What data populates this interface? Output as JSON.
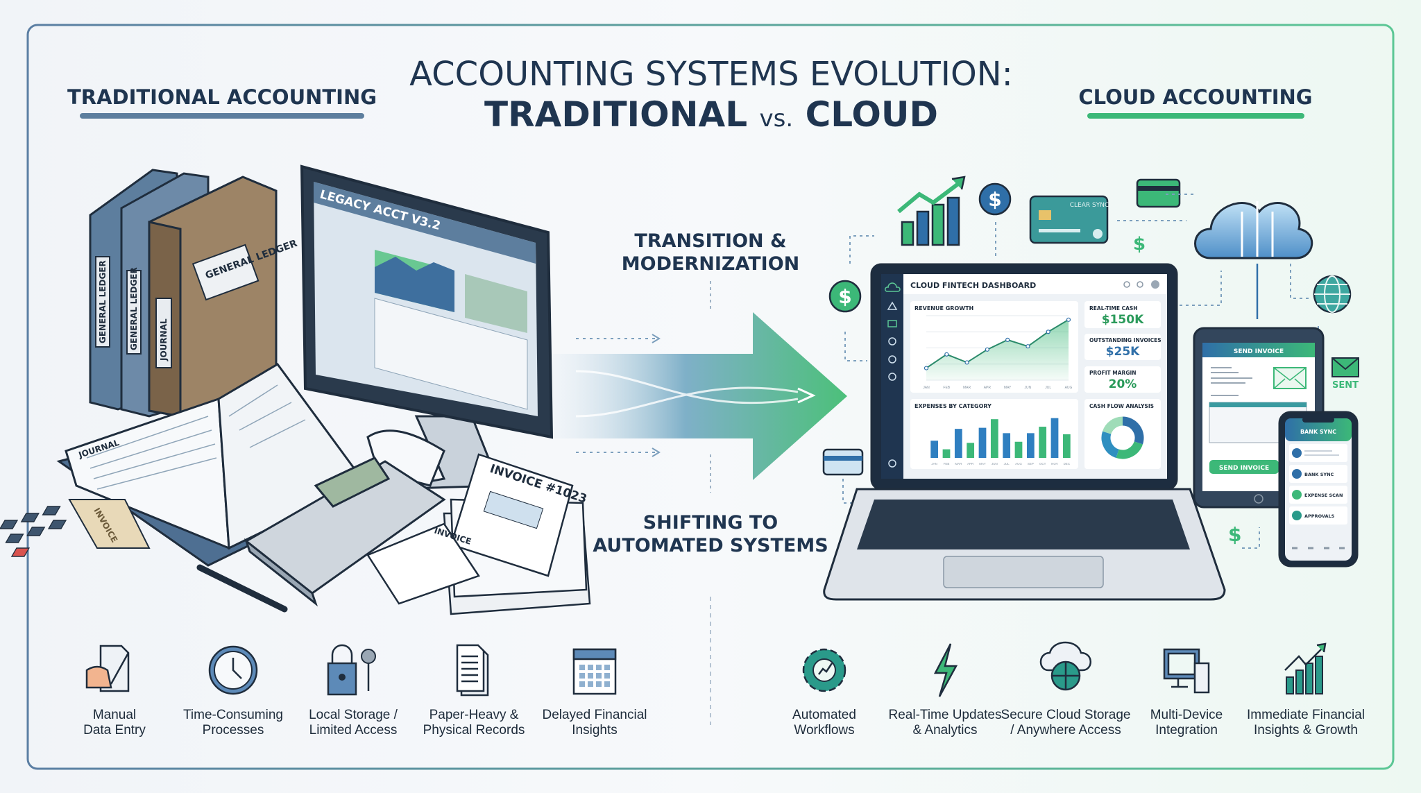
{
  "title": {
    "line1": "ACCOUNTING SYSTEMS EVOLUTION:",
    "left_word": "TRADITIONAL",
    "vs": "vs.",
    "right_word": "CLOUD"
  },
  "headers": {
    "left": "TRADITIONAL ACCOUNTING",
    "right": "CLOUD ACCOUNTING"
  },
  "middle": {
    "top_line1": "TRANSITION &",
    "top_line2": "MODERNIZATION",
    "bottom_line1": "SHIFTING TO",
    "bottom_line2": "AUTOMATED SYSTEMS"
  },
  "traditional_illustration": {
    "books": [
      "GENERAL LEDGER",
      "GENERAL LEDGER",
      "JOURNAL"
    ],
    "front_book": "GENERAL LEDGER",
    "monitor_title": "LEGACY ACCT V3.2",
    "journal_label": "JOURNAL",
    "invoice_tab": "INVOICE",
    "invoice_main": "INVOICE #1023",
    "invoice_receipt": "INVOICE"
  },
  "dashboard": {
    "title": "CLOUD FINTECH DASHBOARD",
    "revenue_title": "REVENUE GROWTH",
    "revenue_months": [
      "JAN",
      "FEB",
      "MAR",
      "APR",
      "MAY",
      "JUN",
      "JUL",
      "AUG"
    ],
    "revenue_values": [
      15,
      32,
      22,
      38,
      50,
      42,
      60,
      75
    ],
    "kpis": [
      {
        "label": "REAL-TIME CASH",
        "value": "$150K"
      },
      {
        "label": "OUTSTANDING INVOICES",
        "value": "$25K"
      },
      {
        "label": "PROFIT MARGIN",
        "value": "20%"
      }
    ],
    "expenses_title": "EXPENSES BY CATEGORY",
    "expense_months": [
      "JAN",
      "FEB",
      "MAR",
      "APR",
      "MAY",
      "JUN",
      "JUL",
      "AUG",
      "SEP",
      "OCT",
      "NOV",
      "DEC"
    ],
    "expense_values": [
      1600,
      800,
      2700,
      1400,
      2800,
      3600,
      2300,
      1500,
      2300,
      2900,
      3700,
      2200
    ],
    "cashflow_title": "CASH FLOW ANALYSIS",
    "cashflow_shares": [
      30,
      25,
      25,
      20
    ]
  },
  "floating": {
    "card_text": "CLEAR SYNC",
    "sent": "SENT"
  },
  "tablet": {
    "header": "SEND INVOICE",
    "button": "SEND INVOICE"
  },
  "phone": {
    "header": "BANK SYNC",
    "items": [
      "BANK SYNC",
      "EXPENSE SCAN",
      "APPROVALS"
    ]
  },
  "traditional_features": [
    {
      "icon": "hand-writing-icon",
      "line1": "Manual",
      "line2": "Data Entry"
    },
    {
      "icon": "clock-icon",
      "line1": "Time-Consuming",
      "line2": "Processes"
    },
    {
      "icon": "lock-key-icon",
      "line1": "Local Storage /",
      "line2": "Limited Access"
    },
    {
      "icon": "documents-icon",
      "line1": "Paper-Heavy &",
      "line2": "Physical Records"
    },
    {
      "icon": "calendar-icon",
      "line1": "Delayed Financial",
      "line2": "Insights"
    }
  ],
  "cloud_features": [
    {
      "icon": "gear-icon",
      "line1": "Automated",
      "line2": "Workflows"
    },
    {
      "icon": "lightning-icon",
      "line1": "Real-Time Updates",
      "line2": "& Analytics"
    },
    {
      "icon": "cloud-globe-icon",
      "line1": "Secure Cloud Storage",
      "line2": "/ Anywhere Access"
    },
    {
      "icon": "multi-device-icon",
      "line1": "Multi-Device",
      "line2": "Integration"
    },
    {
      "icon": "growth-chart-icon",
      "line1": "Immediate Financial",
      "line2": "Insights & Growth"
    }
  ],
  "colors": {
    "navy": "#1f3550",
    "blue": "#2f6fa8",
    "green": "#3cb878",
    "teal": "#2a9a8a",
    "steel": "#5d7e9e"
  }
}
